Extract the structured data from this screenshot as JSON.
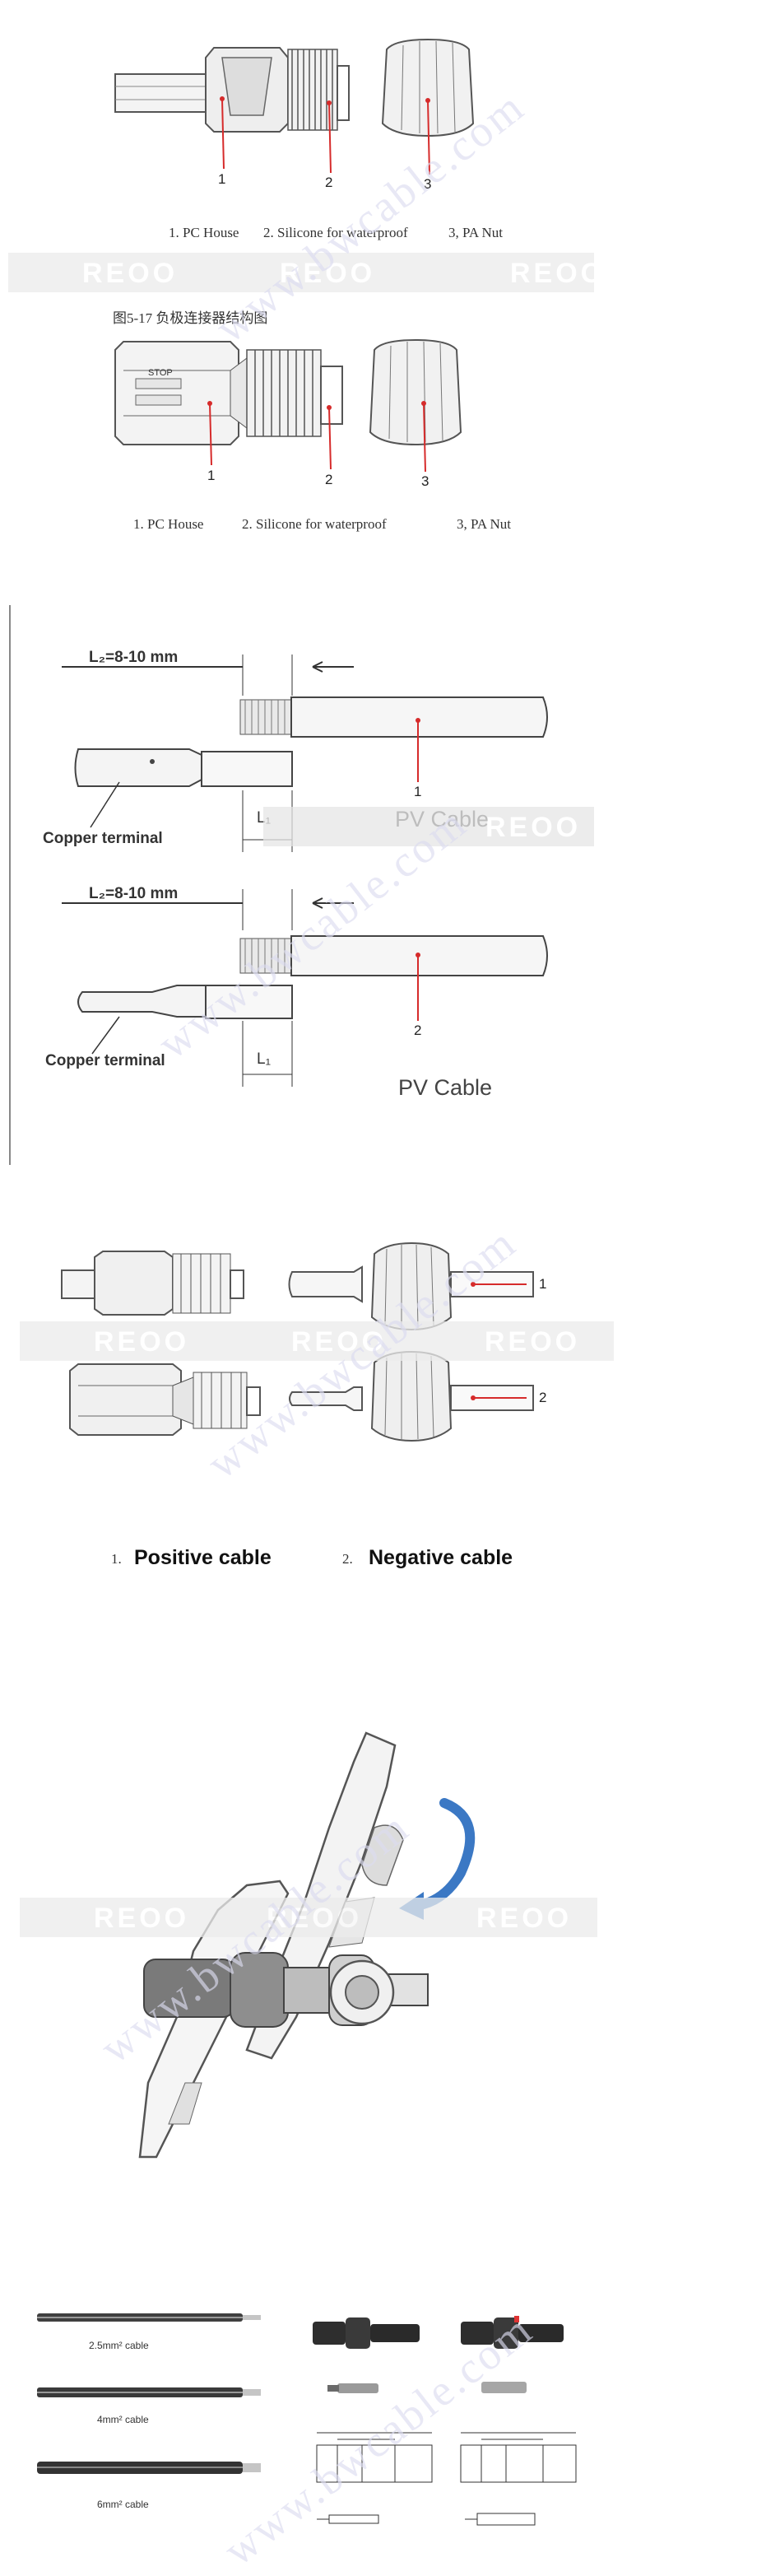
{
  "watermark": {
    "band_text": "REOO",
    "site_text": "www.bwcable.com"
  },
  "figure1": {
    "caption_1": "1. PC House",
    "caption_2": "2. Silicone for waterproof",
    "caption_3": "3, PA Nut",
    "callouts": [
      "1",
      "2",
      "3"
    ]
  },
  "figure2": {
    "title": "图5-17  负极连接器结构图",
    "housing_text": "STOP",
    "caption_1": "1. PC House",
    "caption_2": "2. Silicone for waterproof",
    "caption_3": "3, PA Nut",
    "callouts": [
      "1",
      "2",
      "3"
    ]
  },
  "strip_diagram": {
    "l2_label": "L₂=8-10 mm",
    "l1_label": "L₁",
    "terminal_label": "Copper terminal",
    "cable_label": "PV Cable",
    "callouts": [
      "1",
      "2"
    ]
  },
  "assembly": {
    "callouts": [
      "1",
      "2"
    ],
    "caption_1_num": "1.",
    "caption_1": "Positive cable",
    "caption_2_num": "2.",
    "caption_2": "Negative cable"
  },
  "cable_specs": {
    "cable_1": "2.5mm² cable",
    "cable_2": "4mm² cable",
    "cable_3": "6mm² cable"
  },
  "colors": {
    "callout_red": "#d62b2b",
    "line": "#555555",
    "metal": "#c9c9c9",
    "dark_rubber": "#6b6b6b"
  }
}
